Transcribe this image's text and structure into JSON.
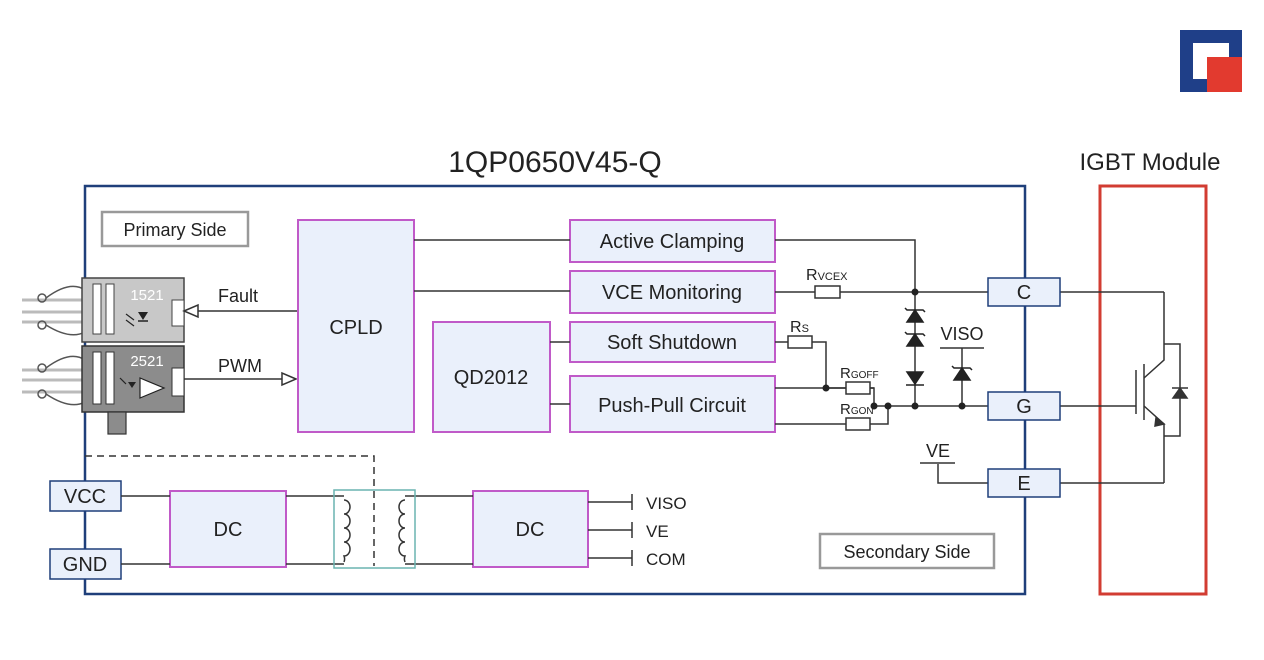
{
  "title": "1QP0650V45-Q",
  "module_title": "IGBT Module",
  "primary_side": "Primary Side",
  "secondary_side": "Secondary Side",
  "blocks": {
    "cpld": "CPLD",
    "qd2012": "QD2012",
    "active_clamping": "Active Clamping",
    "vce_monitoring": "VCE Monitoring",
    "soft_shutdown": "Soft Shutdown",
    "push_pull": "Push-Pull Circuit",
    "dc_left": "DC",
    "dc_right": "DC"
  },
  "optocouplers": {
    "top": "1521",
    "bottom": "2521"
  },
  "signals": {
    "fault": "Fault",
    "pwm": "PWM"
  },
  "terminals": {
    "vcc": "VCC",
    "gnd": "GND",
    "c": "C",
    "g": "G",
    "e": "E"
  },
  "outputs": {
    "viso": "VISO",
    "ve": "VE",
    "com": "COM"
  },
  "resistors": {
    "rvcex": {
      "main": "R",
      "sub": "VCEX"
    },
    "rs": {
      "main": "R",
      "sub": "S"
    },
    "rgoff": {
      "main": "R",
      "sub": "GOFF"
    },
    "rgon": {
      "main": "R",
      "sub": "GON"
    }
  },
  "labels": {
    "viso": "VISO",
    "ve": "VE"
  },
  "colors": {
    "board_border": "#1f3f7a",
    "block_fill": "#eaf0fb",
    "block_border": "#c05ac8",
    "module_border": "#d23c32",
    "logo_blue": "#1f3f88",
    "logo_red": "#e23a2f"
  }
}
